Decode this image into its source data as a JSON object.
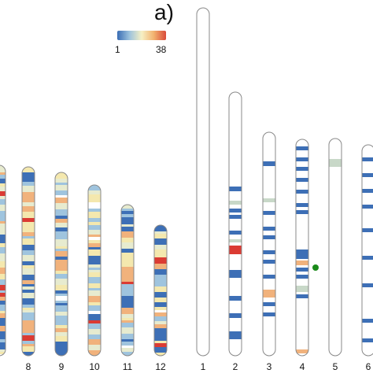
{
  "figure": {
    "panel_label": "a)",
    "legend": {
      "min_label": "1",
      "max_label": "38",
      "gradient": [
        "#3a6db4",
        "#9cc2dd",
        "#f6f0c4",
        "#f2b26e",
        "#d94a3a"
      ]
    }
  },
  "colors": {
    "blue": "#3d6fb6",
    "lightblue": "#9fc4de",
    "pale": "#e7ebcf",
    "yellow": "#f4e8ae",
    "orange": "#f1b27c",
    "red": "#db3b33",
    "grey": "#c8d8c8",
    "outline": "#888888"
  },
  "left_group": {
    "chromosomes": [
      {
        "id": "7",
        "label": ""
      },
      {
        "id": "8",
        "label": "8"
      },
      {
        "id": "9",
        "label": "9"
      },
      {
        "id": "10",
        "label": "10"
      },
      {
        "id": "11",
        "label": "11"
      },
      {
        "id": "12",
        "label": "12"
      }
    ]
  },
  "right_group": {
    "chromosomes": [
      {
        "id": "1",
        "label": "1"
      },
      {
        "id": "2",
        "label": "2"
      },
      {
        "id": "3",
        "label": "3"
      },
      {
        "id": "4",
        "label": "4"
      },
      {
        "id": "5",
        "label": "5"
      },
      {
        "id": "6",
        "label": "6"
      }
    ],
    "marker_color": "#1a8a1a"
  }
}
